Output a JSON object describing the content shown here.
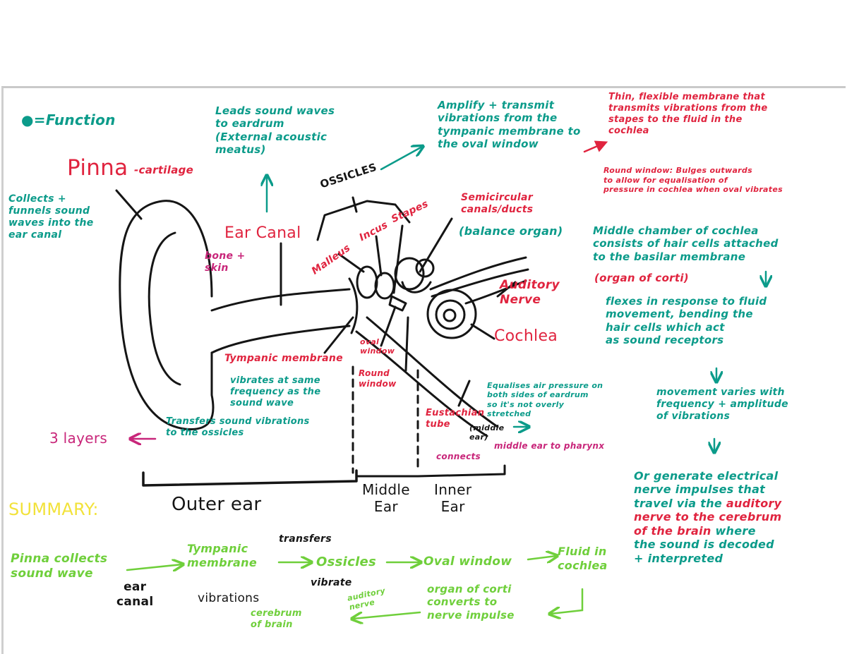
{
  "legend": {
    "marker": "●",
    "text": "=Function",
    "color": "#0b9b8a"
  },
  "labels": {
    "pinna": "Pinna",
    "pinna_note": "-cartilage",
    "ear_canal": "Ear Canal",
    "ear_canal_note": "bone +\nskin",
    "ossicles": "OSSICLES",
    "malleus": "Malleus",
    "incus": "Incus",
    "stapes": "Stapes",
    "semicircular": "Semicircular\ncanals/ducts",
    "balance": "(balance organ)",
    "auditory_nerve": "Auditory\nNerve",
    "cochlea": "Cochlea",
    "tympanic": "Tympanic membrane",
    "oval_window": "oval\nwindow",
    "round_window": "Round\nwindow",
    "eustachian": "Eustachian\ntube",
    "eustachian_note": "(middle\near)",
    "connects_label": "connects",
    "three_layers": "3 layers"
  },
  "functions": {
    "pinna_fn": "Collects +\nfunnels sound\nwaves into the\near canal",
    "canal_fn": "Leads sound waves\nto eardrum\n(External acoustic\nmeatus)",
    "ossicle_fn": "Amplify + transmit\nvibrations from the\ntympanic membrane to\nthe oval window",
    "tympanic_fn": "vibrates at same\nfrequency as the\nsound wave",
    "tympanic_fn2": "Transfers sound vibrations\nto the ossicles",
    "eustachian_fn": "Equalises air pressure on\nboth sides of eardrum\nso it's not overly\nstretched",
    "eustachian_connects": "middle ear to pharynx",
    "cochlea_fn": "Middle chamber of cochlea\nconsists of hair cells attached\nto the basilar membrane",
    "corti": "(organ of corti)",
    "corti_fn": "flexes in response to fluid\nmovement, bending the\nhair cells which act\nas sound receptors",
    "movement": "movement varies with\nfrequency + amplitude\nof vibrations",
    "impulse_a": "Or generate electrical\nnerve impulses that\ntravel via the ",
    "impulse_b": "auditory\nnerve to the cerebrum\nof the brain",
    "impulse_c": " where\nthe sound is decoded\n+ interpreted"
  },
  "windows": {
    "oval_desc": "Thin, flexible membrane that\ntransmits vibrations from the\nstapes to the fluid in the\ncochlea",
    "round_title": "Round window:",
    "round_desc": " Bulges outwards\nto allow for equalisation of\npressure in cochlea when oval vibrates"
  },
  "regions": {
    "outer": "Outer ear",
    "middle": "Middle\nEar",
    "inner": "Inner\nEar"
  },
  "summary": {
    "title": "SUMMARY:",
    "s1": "Pinna collects\nsound wave",
    "s1_note": "ear\ncanal",
    "s2": "Tympanic\nmembrane",
    "s2_note": "vibrations",
    "s3_top": "transfers",
    "s3": "Ossicles",
    "s3_note": "vibrate",
    "s4": "Oval window",
    "s5": "Fluid in\ncochlea",
    "s6": "organ of corti\nconverts to\nnerve impulse",
    "s7": "auditory\nnerve",
    "s8": "cerebrum\nof brain"
  },
  "colors": {
    "teal": "#0b9b8a",
    "red": "#e0243f",
    "magenta": "#c8267a",
    "green": "#6fcf3b",
    "yellow": "#f2e23a",
    "ink": "#151515"
  }
}
